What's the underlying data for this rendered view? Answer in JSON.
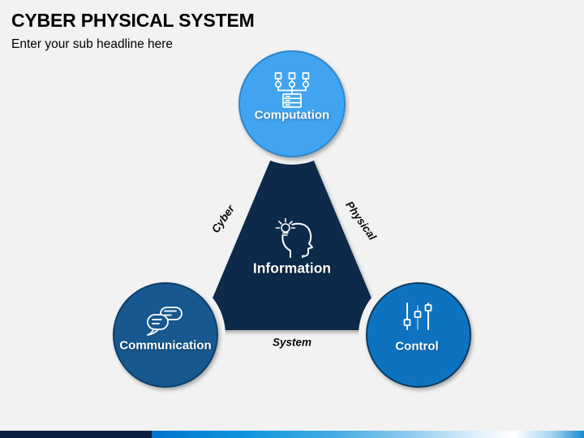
{
  "slide": {
    "title": "CYBER PHYSICAL SYSTEM",
    "subtitle": "Enter your sub headline here",
    "background_color": "#F2F2F2"
  },
  "diagram": {
    "triangle_color": "#0D2B4B",
    "center": {
      "label": "Information",
      "icon": "head-lightbulb-icon"
    },
    "nodes": [
      {
        "id": "computation",
        "label": "Computation",
        "icon": "computation-network-icon",
        "fill": "#41A4F1",
        "border": "#2E86C9"
      },
      {
        "id": "communication",
        "label": "Communication",
        "icon": "speech-bubbles-icon",
        "fill": "#19588F",
        "border": "#10406A"
      },
      {
        "id": "control",
        "label": "Control",
        "icon": "sliders-icon",
        "fill": "#1173C1",
        "border": "#0E3A5E"
      }
    ],
    "edge_labels": {
      "left": "Cyber",
      "right": "Physical",
      "bottom": "System"
    }
  },
  "footer": {
    "left_bar_color": "#0A1E42",
    "gradient_colors": [
      "#0173CC",
      "#0E96DE",
      "#44ACE4",
      "#8FCBEF",
      "#FFFFFF",
      "#9CD2F0",
      "#178CD2"
    ]
  }
}
